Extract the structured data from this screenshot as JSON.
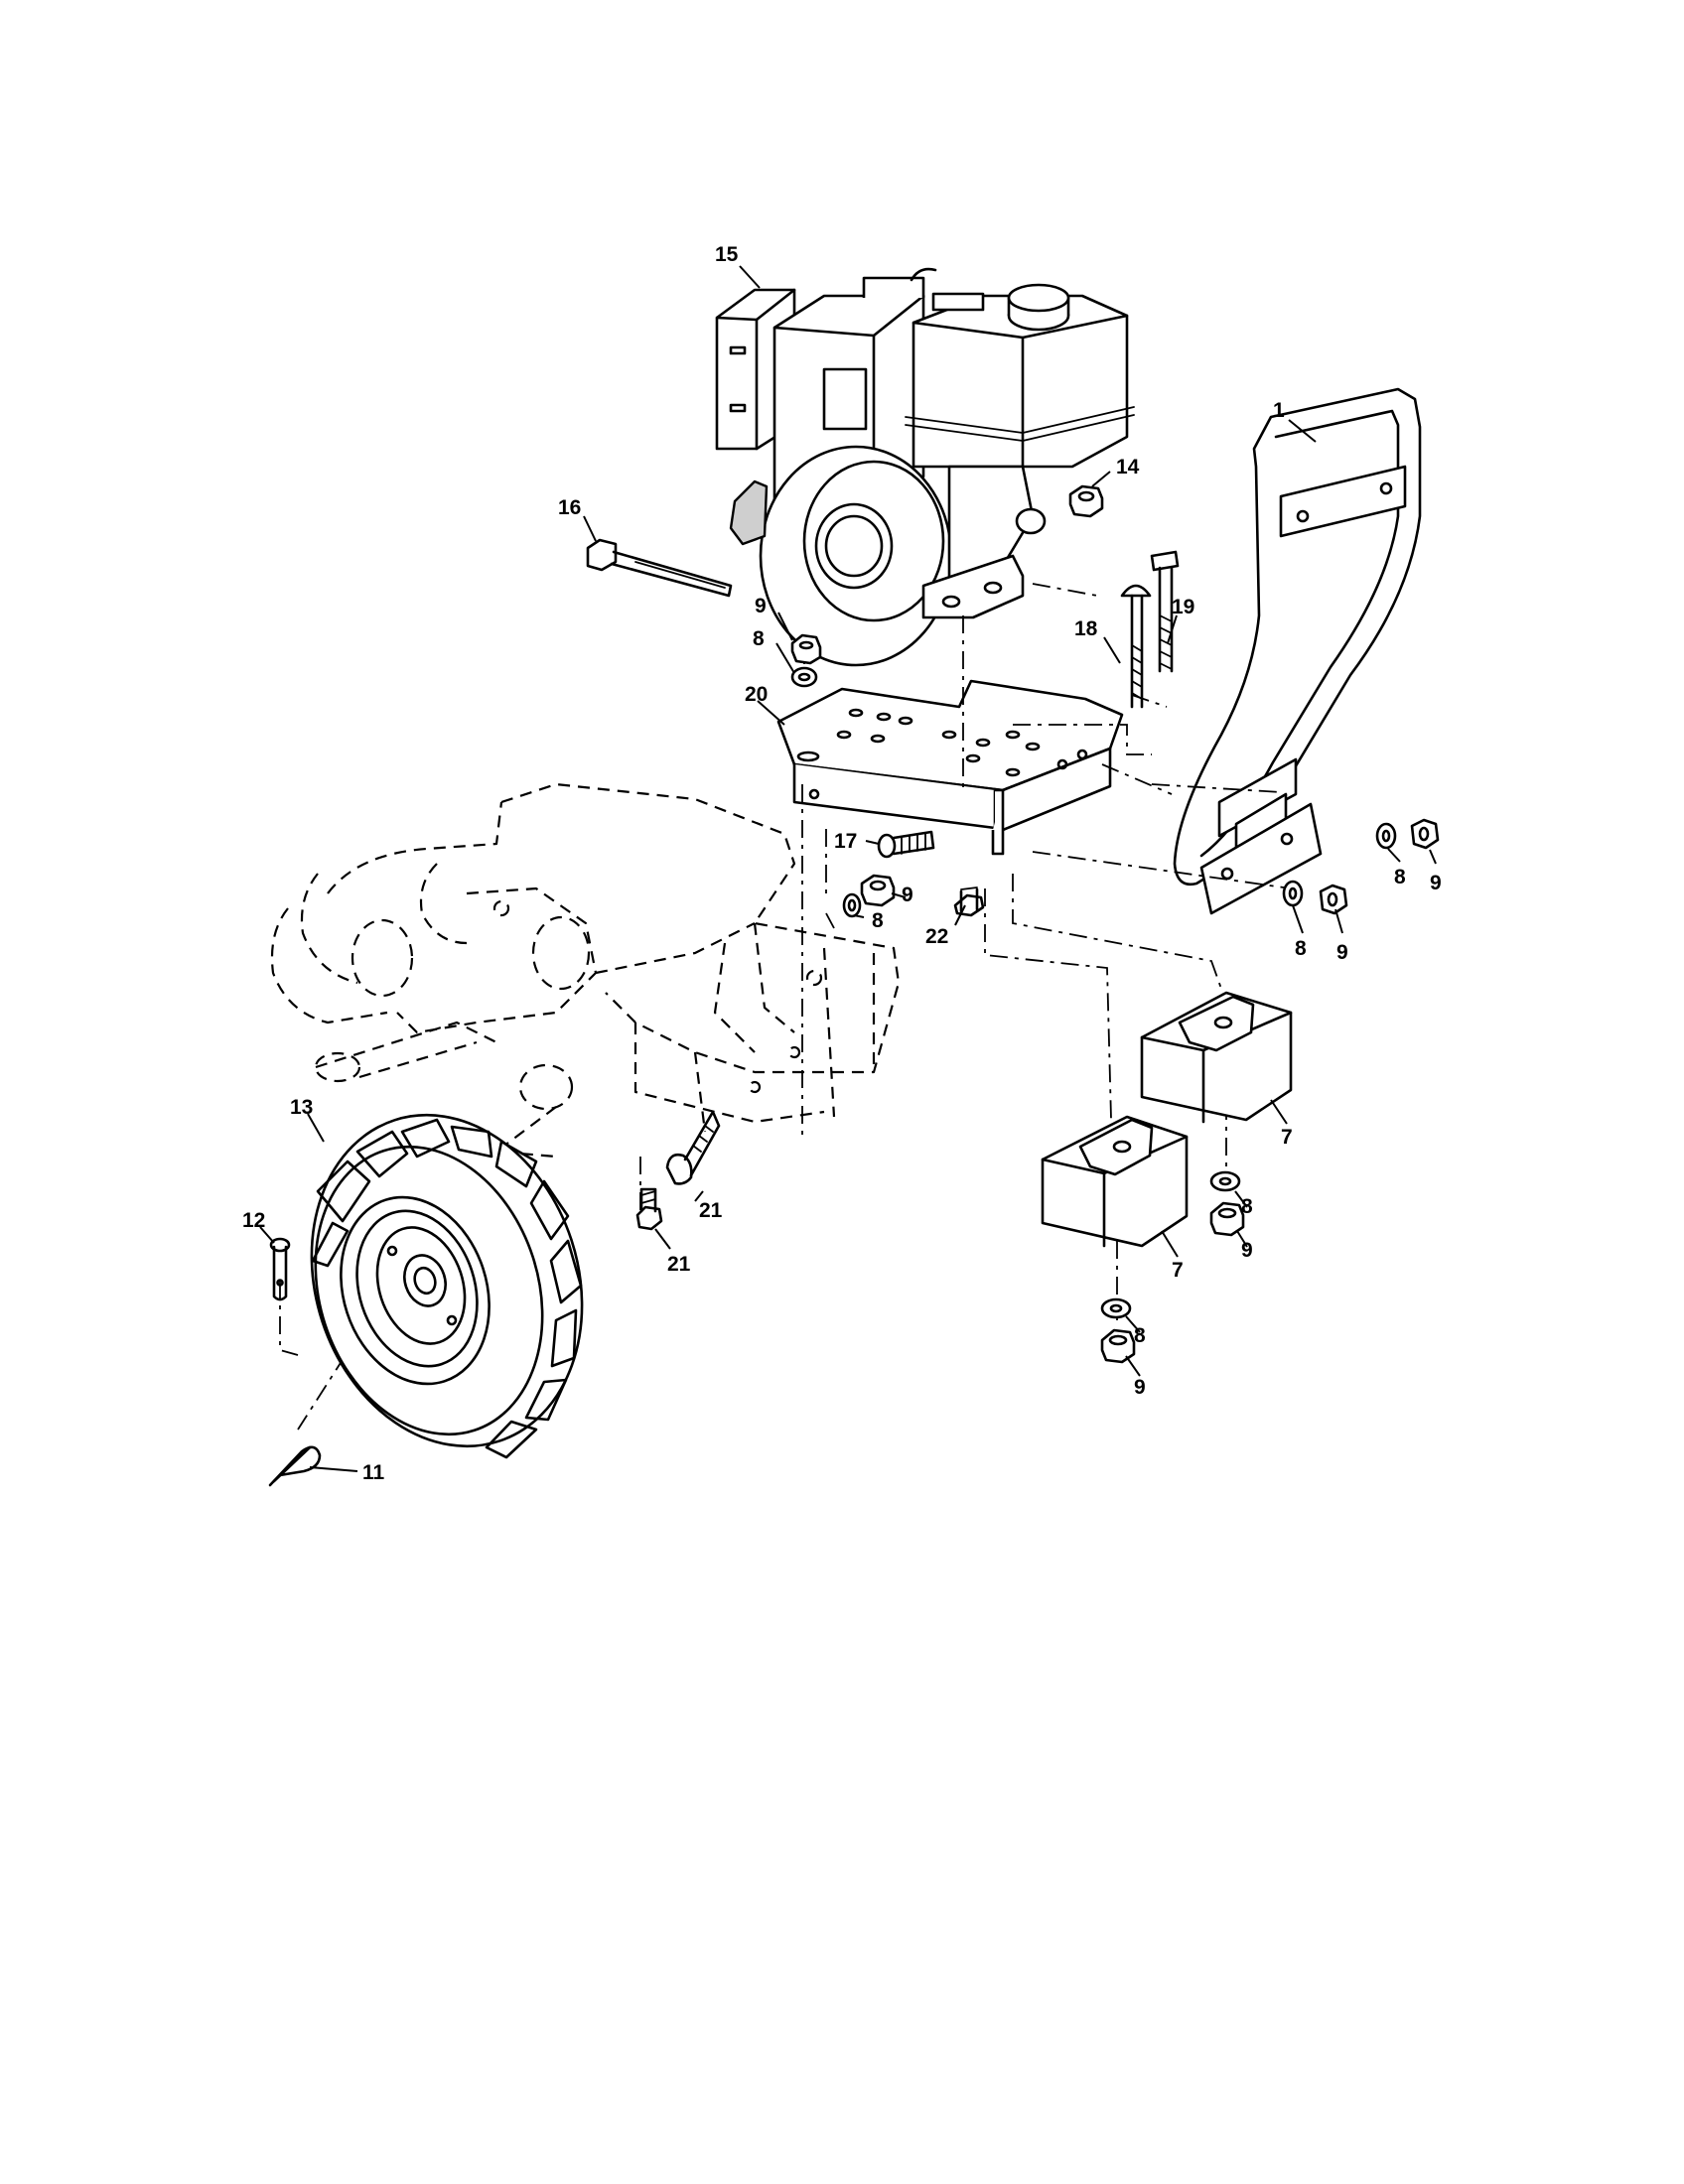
{
  "callouts": [
    {
      "id": "c1",
      "label": "1"
    },
    {
      "id": "c14",
      "label": "14"
    },
    {
      "id": "c15",
      "label": "15"
    },
    {
      "id": "c16",
      "label": "16"
    },
    {
      "id": "c9a",
      "label": "9"
    },
    {
      "id": "c8a",
      "label": "8"
    },
    {
      "id": "c18",
      "label": "18"
    },
    {
      "id": "c19",
      "label": "19"
    },
    {
      "id": "c20",
      "label": "20"
    },
    {
      "id": "c17",
      "label": "17"
    },
    {
      "id": "c9b",
      "label": "9"
    },
    {
      "id": "c8b",
      "label": "8"
    },
    {
      "id": "c22",
      "label": "22"
    },
    {
      "id": "c8c",
      "label": "8"
    },
    {
      "id": "c9c",
      "label": "9"
    },
    {
      "id": "c8d",
      "label": "8"
    },
    {
      "id": "c9d",
      "label": "9"
    },
    {
      "id": "c7a",
      "label": "7"
    },
    {
      "id": "c7b",
      "label": "7"
    },
    {
      "id": "c8e",
      "label": "8"
    },
    {
      "id": "c9e",
      "label": "9"
    },
    {
      "id": "c8f",
      "label": "8"
    },
    {
      "id": "c9f",
      "label": "9"
    },
    {
      "id": "c13",
      "label": "13"
    },
    {
      "id": "c12",
      "label": "12"
    },
    {
      "id": "c21a",
      "label": "21"
    },
    {
      "id": "c21b",
      "label": "21"
    },
    {
      "id": "c11",
      "label": "11"
    }
  ]
}
